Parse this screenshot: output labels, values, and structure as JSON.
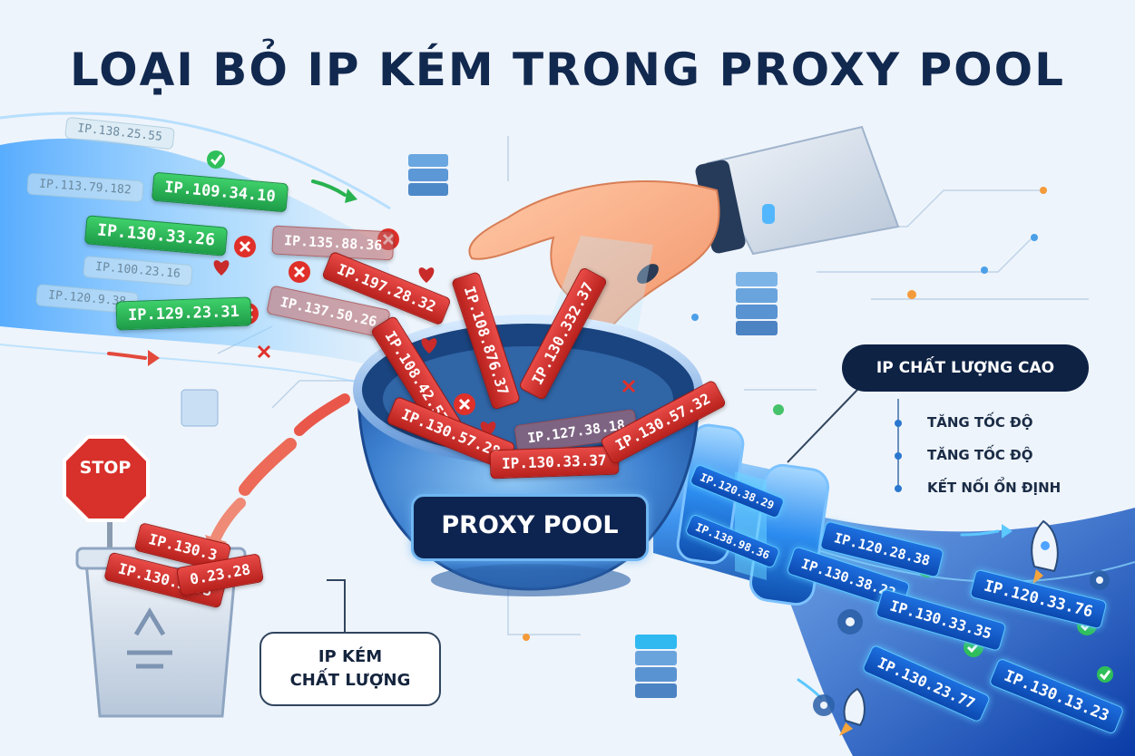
{
  "title": "LOẠI BỎ IP KÉM TRONG PROXY POOL",
  "pool_label": "PROXY POOL",
  "stop_sign": "STOP",
  "high_quality": {
    "label": "IP CHẤT LƯỢNG CAO",
    "features": [
      "TĂNG TỐC ĐỘ",
      "TĂNG TỐC ĐỘ",
      "KẾT NỐI ỔN ĐỊNH"
    ]
  },
  "low_quality": {
    "line1": "IP KÉM",
    "line2": "CHẤT LƯỢNG"
  },
  "ips": {
    "incoming_faint": [
      "IP.138.25.55",
      "IP.113.79.182",
      "IP.100.23.16",
      "IP.120.9.38"
    ],
    "incoming_good": [
      "IP.109.34.10",
      "IP.130.33.26",
      "IP.129.23.31"
    ],
    "incoming_bad": [
      "IP.135.88.36",
      "IP.197.28.32",
      "IP.137.50.26",
      "IP.108.876.37",
      "IP.108.42.57"
    ],
    "in_pool": [
      "IP.130.332.37",
      "IP.127.38.18",
      "IP.130.57.28",
      "IP.130.33.37",
      "IP.130.57.32"
    ],
    "trash": [
      "IP.130.3",
      "IP.130.35.3",
      "0.23.28"
    ],
    "outgoing": [
      "IP.120.38.29",
      "IP.138.98.36",
      "IP.120.28.38",
      "IP.130.38.22",
      "IP.130.33.35",
      "IP.120.33.76",
      "IP.130.23.77",
      "IP.130.13.23"
    ]
  },
  "colors": {
    "title": "#12294f",
    "good": "#24b04e",
    "bad": "#d12f2b",
    "dark_navy": "#0e2244",
    "glow_blue": "#5cc8ff"
  },
  "icons": [
    "check-icon",
    "cross-icon",
    "broken-heart-icon",
    "server-icon",
    "rocket-icon",
    "gear-icon",
    "recycle-icon",
    "arrow-icon",
    "hand-icon"
  ]
}
